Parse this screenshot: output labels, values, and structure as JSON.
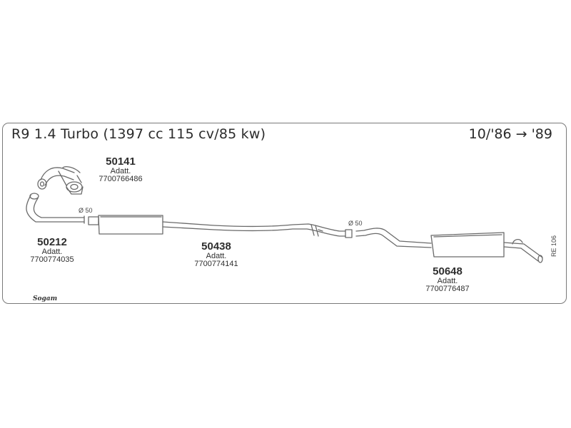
{
  "header": {
    "title": "R9 1.4 Turbo (1397 cc 115 cv/85 kw)",
    "date_range": "10/'86 → '89"
  },
  "parts": [
    {
      "number": "50141",
      "adatt_label": "Adatt.",
      "oem": "7700766486"
    },
    {
      "number": "50212",
      "adatt_label": "Adatt.",
      "oem": "7700774035"
    },
    {
      "number": "50438",
      "adatt_label": "Adatt.",
      "oem": "7700774141"
    },
    {
      "number": "50648",
      "adatt_label": "Adatt.",
      "oem": "7700776487"
    }
  ],
  "diameters": {
    "first": "Ø 50",
    "second": "Ø 50"
  },
  "diagram_code": "RE 106",
  "brand": "Sogam"
}
